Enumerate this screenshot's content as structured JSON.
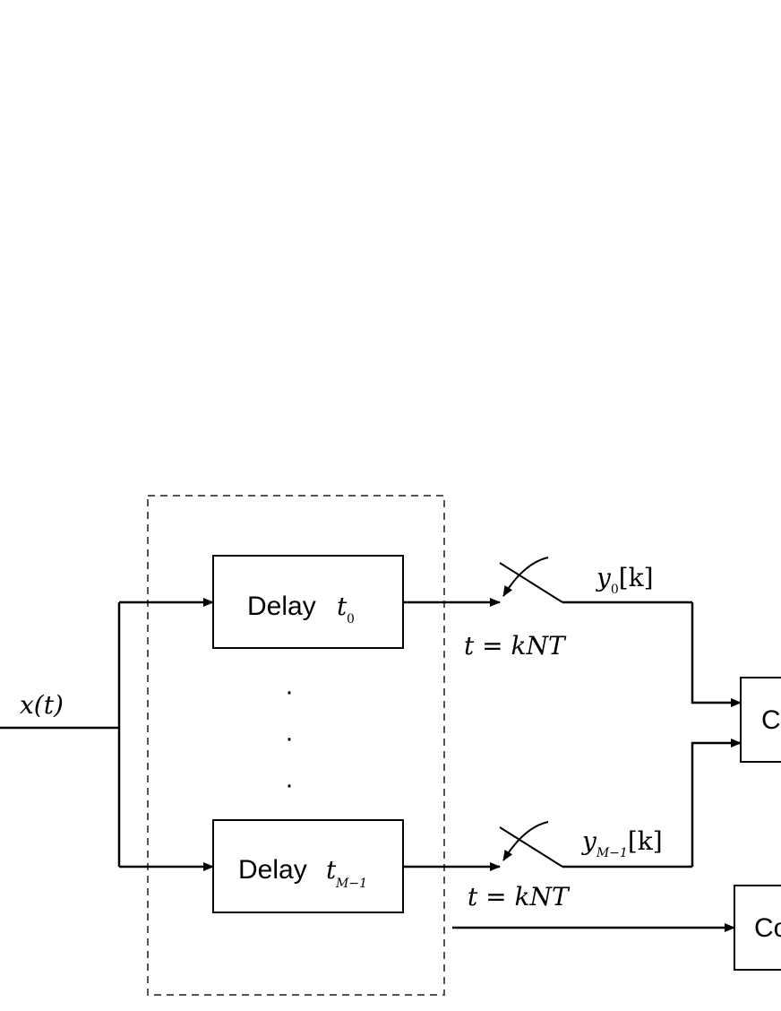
{
  "input_signal": "x(t)",
  "delay_top": {
    "word": "Delay",
    "param": "t",
    "subscript": "0"
  },
  "delay_bottom": {
    "word": "Delay",
    "param": "t",
    "subscript": "M−1"
  },
  "ellipsis": [
    "·",
    "·",
    "·"
  ],
  "sampler_top": {
    "label_lhs": "t",
    "label_rhs": "kNT",
    "output_var": "y",
    "output_sub": "0",
    "output_idx": "[k]"
  },
  "sampler_bottom": {
    "label_lhs": "t",
    "label_rhs": "kNT",
    "output_var": "y",
    "output_sub": "M−1",
    "output_idx": "[k]"
  },
  "right_box_top_label": "C",
  "right_box_bottom_label": "Co"
}
